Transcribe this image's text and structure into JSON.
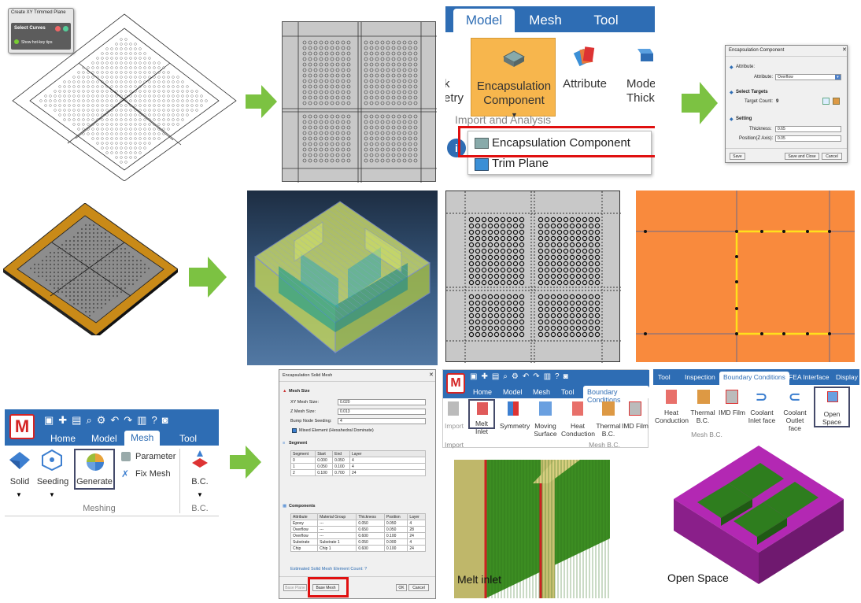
{
  "panel1": {
    "dialog_title": "Create XY Trimmed Plane",
    "select_curves": "Select Curves",
    "hotkey_tips": "Show hot-key tips"
  },
  "panel3": {
    "tabs": [
      "Model",
      "Mesh",
      "Tool"
    ],
    "big_button": [
      "Encapsulation",
      "Component"
    ],
    "attribute_label": "Attribute",
    "mode_label": [
      "Mode",
      "Thickn"
    ],
    "left_label": [
      "k",
      "etry"
    ],
    "group_label": "Import and Analysis",
    "menu_items": [
      "Encapsulation Component",
      "Trim Plane"
    ]
  },
  "panel4": {
    "title": "Encapsulation Component",
    "attribute_header": "Attribute:",
    "attribute_label": "Attribute:",
    "attribute_value": "Overflow",
    "select_targets": "Select Targets",
    "target_count_label": "Target Count:",
    "target_count": "9",
    "setting": "Setting",
    "thickness_label": "Thickness:",
    "thickness_value": "0.65",
    "position_label": "Position(Z Axis):",
    "position_value": "0.05",
    "save": "Save",
    "save_close": "Save and Close",
    "cancel": "Cancel"
  },
  "panel9": {
    "logo": "M",
    "tabs": [
      "Home",
      "Model",
      "Mesh",
      "Tool"
    ],
    "items": [
      "Solid",
      "Seeding",
      "Generate",
      "Parameter",
      "Fix Mesh",
      "B.C."
    ],
    "group_labels": [
      "Meshing",
      "B.C."
    ]
  },
  "panel10": {
    "title": "Encapsulation Solid Mesh",
    "mesh_size": "Mesh Size",
    "xy_label": "XY Mesh Size:",
    "xy_value": "0.020",
    "z_label": "Z Mesh Size:",
    "z_value": "0.013",
    "bump_label": "Bump Node Seeding:",
    "bump_value": "4",
    "mixed": "Mixed Element (Hexahedral Dominate)",
    "segment": "Segment",
    "segment_headers": [
      "Segment",
      "Start",
      "End",
      "Layer"
    ],
    "segment_rows": [
      [
        "0",
        "0.000",
        "0.050",
        "4"
      ],
      [
        "1",
        "0.050",
        "0.100",
        "4"
      ],
      [
        "2",
        "0.100",
        "0.700",
        "24"
      ]
    ],
    "components": "Components",
    "comp_headers": [
      "Attribute",
      "Material Group",
      "Thickness",
      "Position",
      "Layer"
    ],
    "comp_rows": [
      [
        "Epoxy",
        "---",
        "0.050",
        "0.050",
        "4"
      ],
      [
        "Overflow",
        "---",
        "0.650",
        "0.050",
        "28"
      ],
      [
        "Overflow",
        "---",
        "0.600",
        "0.100",
        "24"
      ],
      [
        "Substrate",
        "Substrate 1",
        "0.050",
        "0.000",
        "4"
      ],
      [
        "Chip",
        "Chip 1",
        "0.600",
        "0.100",
        "24"
      ]
    ],
    "estimate": "Estimated Solid Mesh Element Count: ?",
    "base_plane": "Base Plane",
    "base_mesh": "Base Mesh",
    "ok": "OK",
    "cancel": "Cancel"
  },
  "panel11": {
    "logo": "M",
    "tabs": [
      "Home",
      "Model",
      "Mesh",
      "Tool",
      "Boundary Conditions"
    ],
    "items": [
      "Import",
      "Melt Inlet",
      "Symmetry",
      "Moving Surface",
      "Heat Conduction",
      "Thermal B.C.",
      "IMD Film"
    ],
    "group_labels": [
      "Import",
      "Mesh B.C."
    ]
  },
  "panel12": {
    "tabs": [
      "Tool",
      "Inspection",
      "Boundary Conditions",
      "FEA Interface",
      "Display"
    ],
    "items": [
      "Heat Conduction",
      "Thermal B.C.",
      "IMD Film",
      "Coolant Inlet face",
      "Coolant Outlet face",
      "Open Space"
    ],
    "group_label": "Mesh B.C."
  },
  "captions": {
    "melt_inlet": "Melt inlet",
    "open_space": "Open Space"
  }
}
